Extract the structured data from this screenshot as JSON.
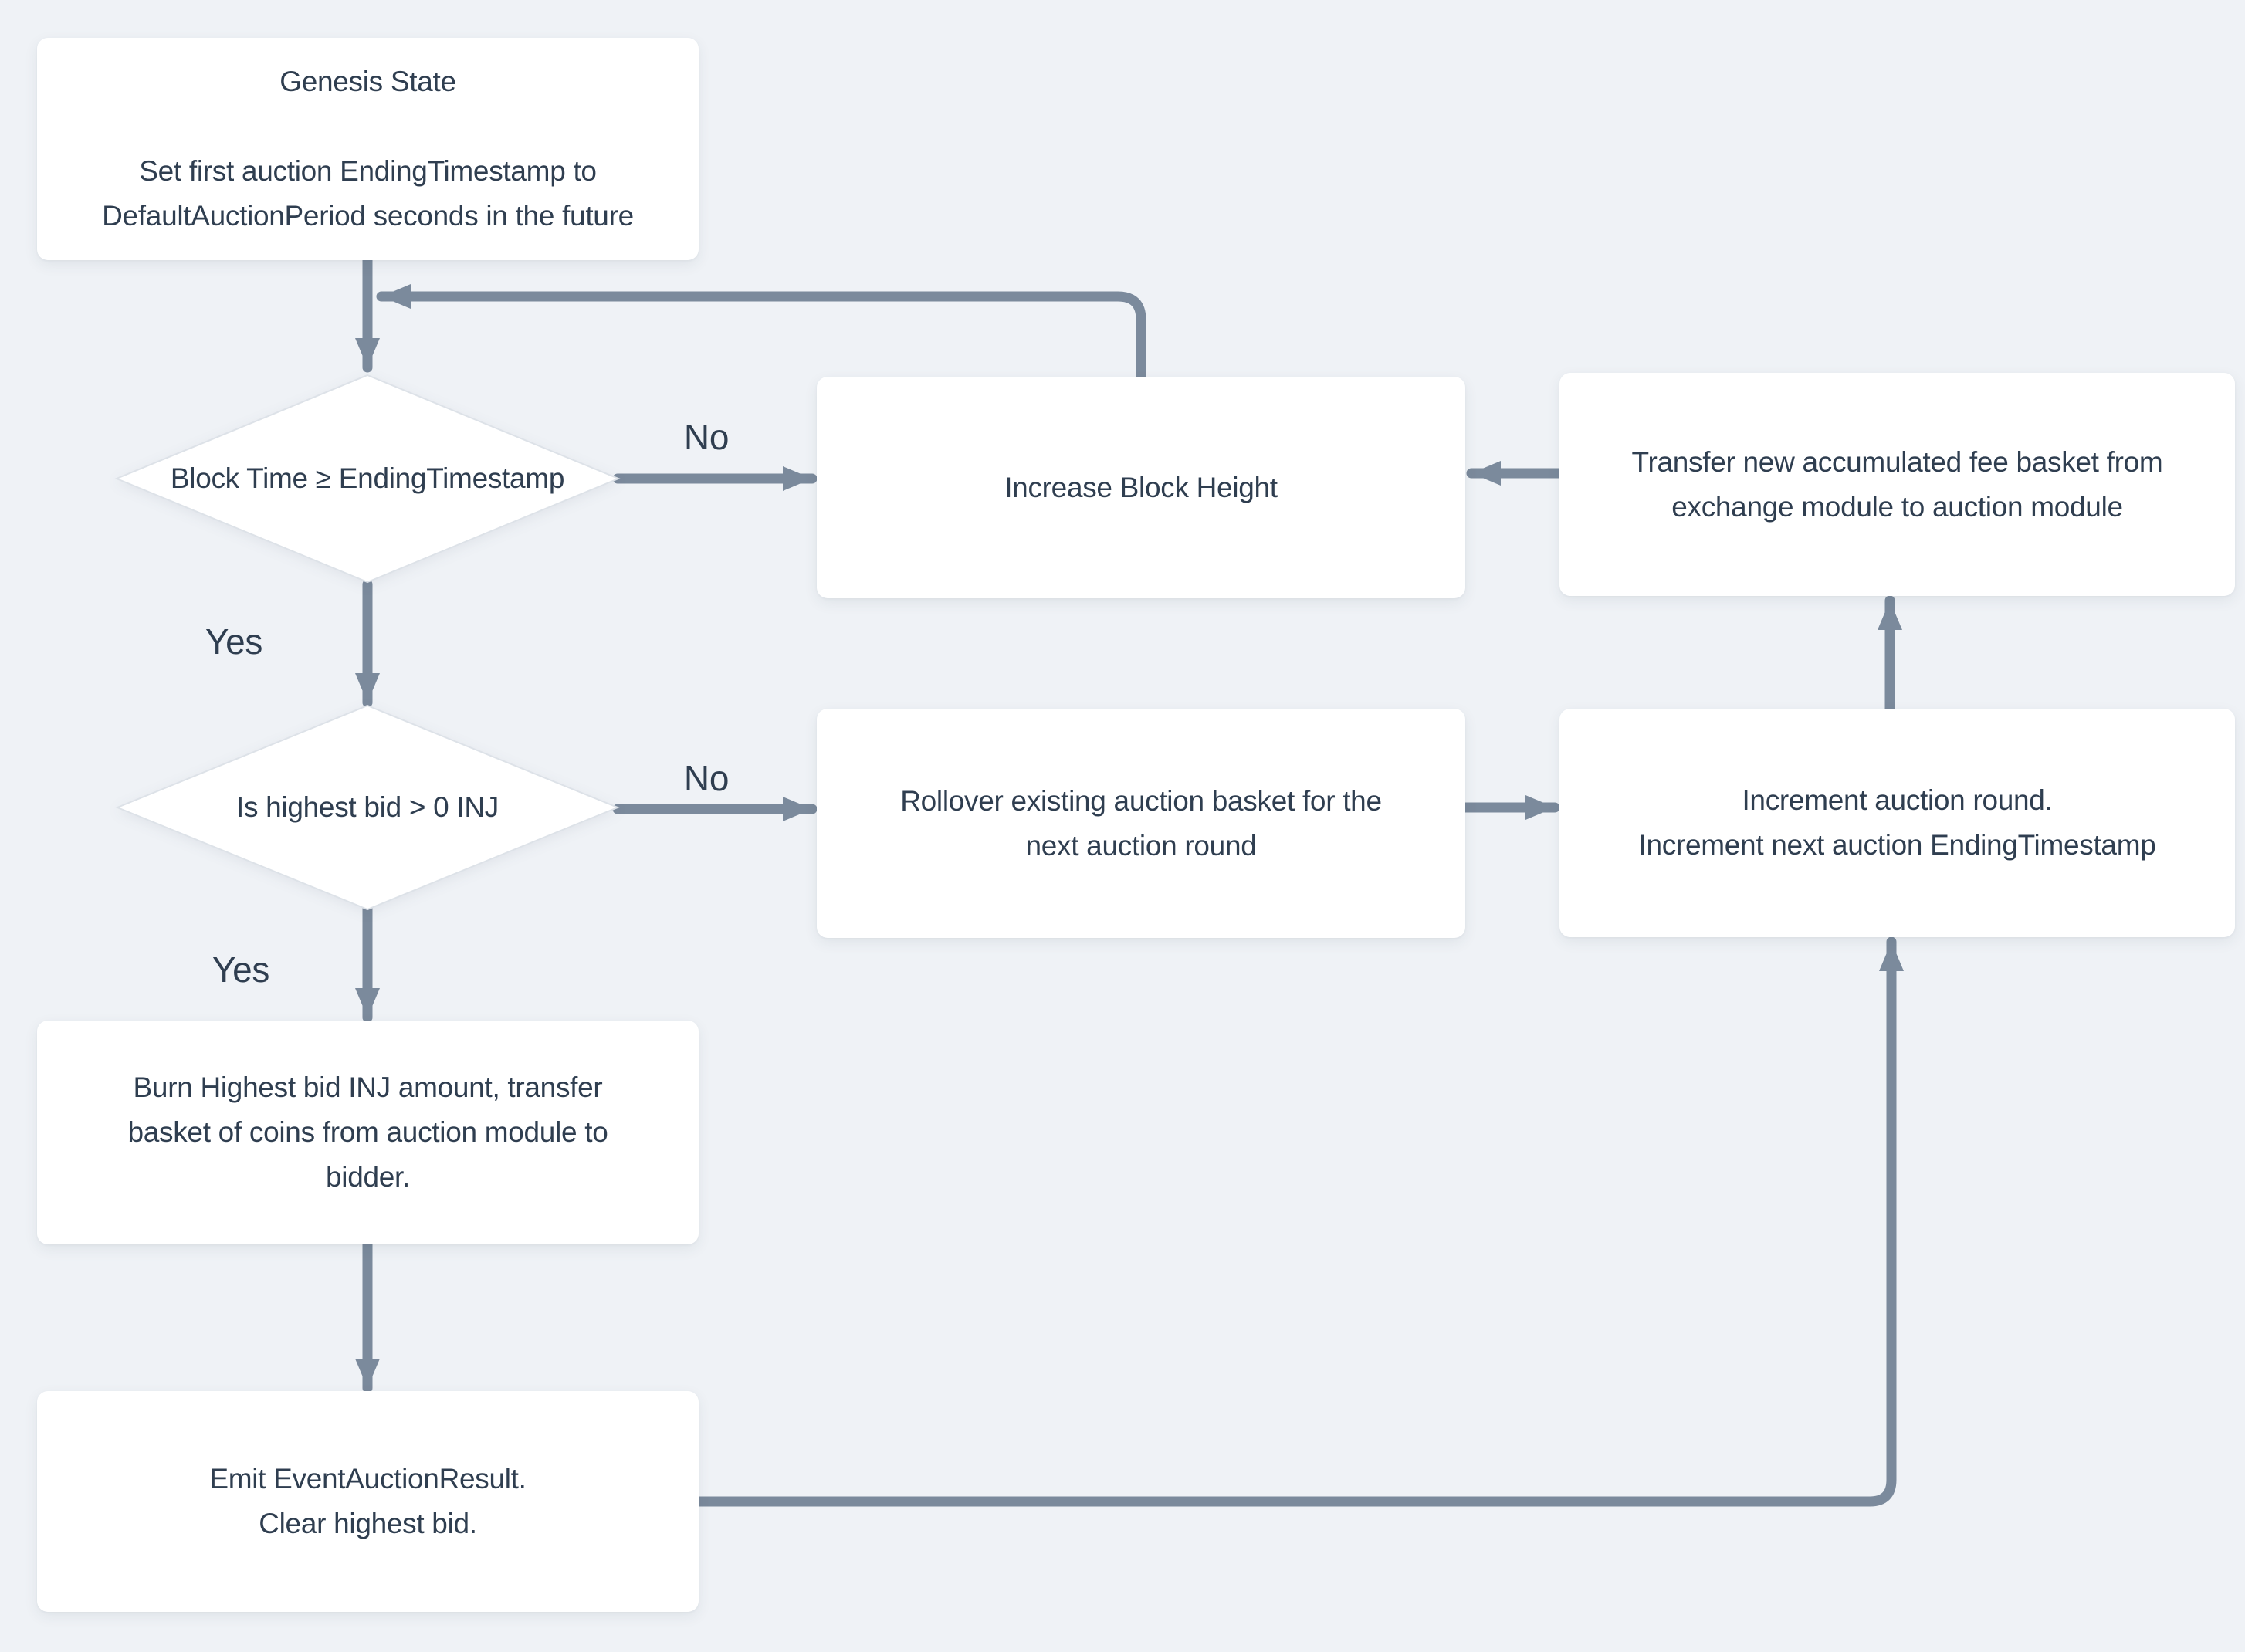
{
  "meta": {
    "background_color": "#eff2f6",
    "arrow_color": "#7b8a9c",
    "text_color": "#2f3e50",
    "node_fill_color": "#ffffff"
  },
  "nodes": {
    "genesis": {
      "lines": [
        "Genesis State",
        "",
        "Set first auction EndingTimestamp to",
        "DefaultAuctionPeriod seconds in the future"
      ]
    },
    "block_time_decision": {
      "label": "Block Time ≥ EndingTimestamp"
    },
    "increase_block_height": {
      "lines": [
        "Increase Block Height"
      ]
    },
    "transfer_fee_basket": {
      "lines": [
        "Transfer new accumulated fee basket from",
        "exchange module to auction module"
      ]
    },
    "highest_bid_decision": {
      "label": "Is highest bid > 0 INJ"
    },
    "rollover_basket": {
      "lines": [
        "Rollover existing auction basket for the",
        "next auction round"
      ]
    },
    "increment_round": {
      "lines": [
        "Increment auction round.",
        "Increment next auction EndingTimestamp"
      ]
    },
    "burn_highest_bid": {
      "lines": [
        "Burn Highest bid INJ amount, transfer",
        "basket of coins from auction module to",
        "bidder."
      ]
    },
    "emit_result": {
      "lines": [
        "Emit EventAuctionResult.",
        "Clear highest bid."
      ]
    }
  },
  "edge_labels": {
    "block_time_no": "No",
    "block_time_yes": "Yes",
    "highest_bid_no": "No",
    "highest_bid_yes": "Yes"
  }
}
